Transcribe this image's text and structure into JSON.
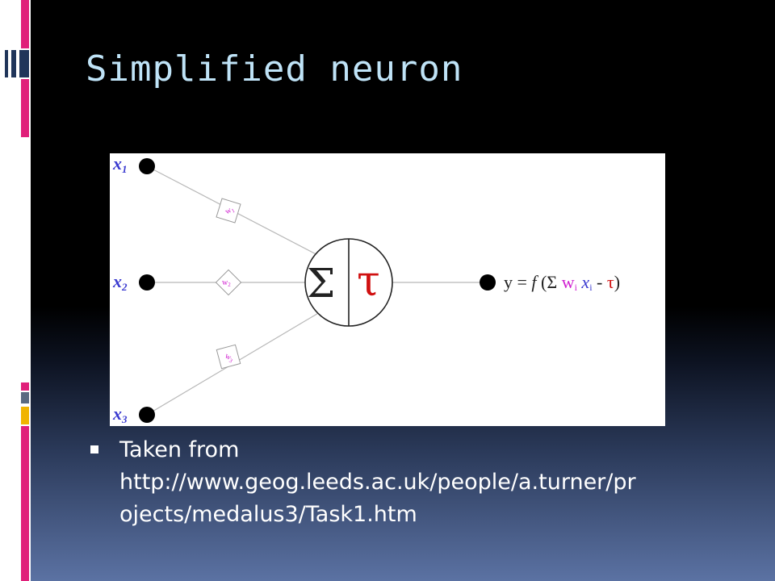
{
  "slide": {
    "title": "Simplified neuron",
    "bullet_lines": [
      "Taken from",
      "http://www.geog.leeds.ac.uk/people/a.turner/pr",
      "ojects/medalus3/Task1.htm"
    ]
  },
  "diagram": {
    "inputs": [
      {
        "label": "x",
        "sub": "1"
      },
      {
        "label": "x",
        "sub": "2"
      },
      {
        "label": "x",
        "sub": "3"
      }
    ],
    "weights": [
      {
        "label": "w",
        "sub": "1"
      },
      {
        "label": "w",
        "sub": "2"
      },
      {
        "label": "w",
        "sub": "3"
      }
    ],
    "sum_symbol": "Σ",
    "threshold_symbol": "τ",
    "output": {
      "prefix": "y = ",
      "func": "f",
      "open": " (Σ ",
      "w": "w",
      "w_sub": "i",
      "x": "x",
      "x_sub": "i",
      "minus": " - ",
      "tau": "τ",
      "close": ")"
    }
  },
  "colors": {
    "title": "#bfe3f7",
    "input_label": "#3a3ad0",
    "weight_label": "#d020d0",
    "threshold": "#d01010",
    "accent_pink": "#e0207a",
    "accent_gold": "#f0b400"
  }
}
